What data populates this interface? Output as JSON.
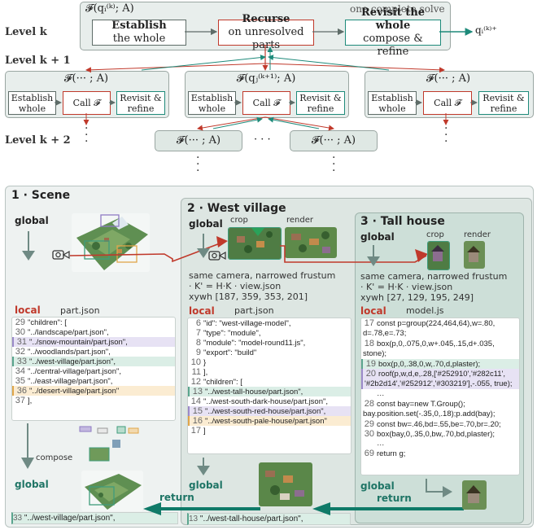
{
  "top": {
    "frame_label": "one complete solve",
    "fk": "𝓕(q",
    "fk_full": "𝓕(qᵢ⁽ᵏ⁾; A)",
    "level_k": "Level k",
    "level_k1": "Level k + 1",
    "level_k2": "Level k + 2",
    "establish_bold": "Establish",
    "establish_sub": "the whole",
    "recurse_bold": "Recurse",
    "recurse_sub": "on unresolved parts",
    "revisit_bold": "Revisit the whole",
    "revisit_sub": "compose & refine",
    "out_label": "qᵢ⁽ᵏ⁾⁺",
    "child_f_side": "𝓕(··· ; A)",
    "child_f_mid": "𝓕(qⱼ⁽ᵏ⁺¹⁾; A)",
    "child_establish": "Establish whole",
    "child_call": "Call 𝓕",
    "child_revisit": "Revisit & refine",
    "grand_f": "𝓕(··· ; A)",
    "ellipsis": "· · ·"
  },
  "p1": {
    "title": "1 · Scene",
    "global": "global",
    "local": "local",
    "file": "part.json",
    "code": [
      {
        "n": "29",
        "t": "\"children\": [",
        "hl": ""
      },
      {
        "n": "30",
        "t": "\"../landscape/part.json\",",
        "hl": ""
      },
      {
        "n": "31",
        "t": "\"../snow-mountain/part.json\",",
        "hl": "purple"
      },
      {
        "n": "32",
        "t": "\"../woodlands/part.json\",",
        "hl": ""
      },
      {
        "n": "33",
        "t": "\"../west-village/part.json\",",
        "hl": "green"
      },
      {
        "n": "34",
        "t": "\"../central-village/part.json\",",
        "hl": ""
      },
      {
        "n": "35",
        "t": "\"../east-village/part.json\",",
        "hl": ""
      },
      {
        "n": "36",
        "t": "\"../desert-village/part.json\"",
        "hl": "orange"
      },
      {
        "n": "37",
        "t": "],",
        "hl": ""
      }
    ],
    "compose": "compose",
    "global_bottom": "global",
    "ret_n": "33",
    "ret_t": "\"../west-village/part.json\","
  },
  "p2": {
    "title": "2 · West village",
    "global": "global",
    "crop": "crop",
    "render": "render",
    "note1": "same camera, narrowed frustum",
    "note2": "· K' = H·K · view.json",
    "note3": "xywh [187, 359, 353, 201]",
    "local": "local",
    "file": "part.json",
    "code": [
      {
        "n": "6",
        "t": "\"id\": \"west-village-model\",",
        "hl": ""
      },
      {
        "n": "7",
        "t": "\"type\": \"module\",",
        "hl": ""
      },
      {
        "n": "8",
        "t": "\"module\": \"model-round11.js\",",
        "hl": ""
      },
      {
        "n": "9",
        "t": "\"export\": \"build\"",
        "hl": ""
      },
      {
        "n": "10",
        "t": "}",
        "hl": ""
      },
      {
        "n": "11",
        "t": "],",
        "hl": ""
      },
      {
        "n": "12",
        "t": "\"children\": [",
        "hl": ""
      },
      {
        "n": "13",
        "t": "\"../west-tall-house/part.json\",",
        "hl": "green"
      },
      {
        "n": "14",
        "t": "\"../west-south-dark-house/part.json\",",
        "hl": ""
      },
      {
        "n": "15",
        "t": "\"../west-south-red-house/part.json\",",
        "hl": "purple"
      },
      {
        "n": "16",
        "t": "\"../west-south-pale-house/part.json\"",
        "hl": "orange"
      },
      {
        "n": "17",
        "t": "]",
        "hl": ""
      }
    ],
    "global_bottom": "global",
    "return": "return",
    "ret_n": "13",
    "ret_t": "\"../west-tall-house/part.json\","
  },
  "p3": {
    "title": "3 · Tall house",
    "global": "global",
    "crop": "crop",
    "render": "render",
    "note1": "same camera, narrowed frustum",
    "note2": "· K' = H·K · view.json",
    "note3": "xywh [27, 129, 195, 249]",
    "local": "local",
    "file": "model.js",
    "code": [
      {
        "n": "17",
        "t": "const p=group(224,464,64),w=.80, d=.78,e=.73;",
        "hl": "",
        "tall": true
      },
      {
        "n": "18",
        "t": "box(p,0,.075,0,w+.045,.15,d+.035, stone);",
        "hl": "",
        "tall": true
      },
      {
        "n": "19",
        "t": "box(p,0,.38,0,w,.70,d,plaster);",
        "hl": "green"
      },
      {
        "n": "20",
        "t": "roof(p,w,d,e,.28,['#252910','#282c11', '#2b2d14','#252912','#303219'],-.055, true);",
        "hl": "purple",
        "tall": true
      },
      {
        "n": "",
        "t": "…",
        "hl": ""
      },
      {
        "n": "28",
        "t": "const bay=new T.Group(); bay.position.set(-.35,0,.18);p.add(bay);",
        "hl": "",
        "tall": true
      },
      {
        "n": "29",
        "t": "const bw=.46,bd=.55,be=.70,br=.20;",
        "hl": ""
      },
      {
        "n": "30",
        "t": "box(bay,0,.35,0,bw,.70,bd,plaster);",
        "hl": ""
      },
      {
        "n": "",
        "t": "…",
        "hl": ""
      },
      {
        "n": "69",
        "t": "return g;",
        "hl": ""
      }
    ],
    "global_bottom": "global",
    "return": "return"
  },
  "colors": {
    "teal": "#1e8a7a",
    "red": "#c0392b",
    "grey_arrow": "#6f8a84"
  }
}
